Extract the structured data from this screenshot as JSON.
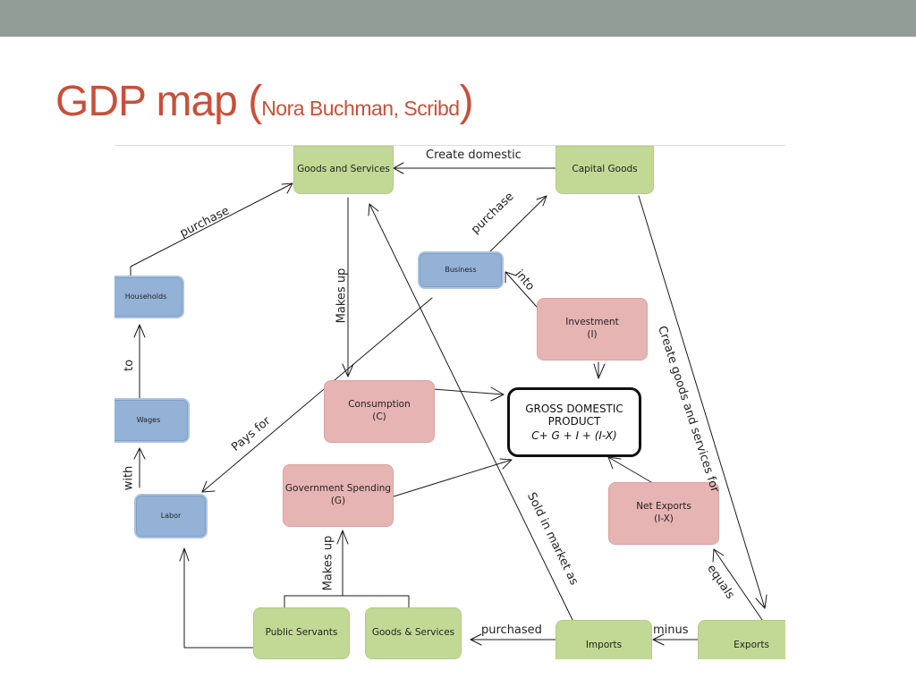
{
  "slide": {
    "title_main": "GDP map (",
    "title_source": "Nora Buchman, Scribd",
    "title_close": ")"
  },
  "nodes": {
    "goods_and_services": "Goods and Services",
    "capital_goods": "Capital Goods",
    "business": "Business",
    "households": "Households",
    "investment": "Investment",
    "investment_symbol": "(I)",
    "consumption": "Consumption",
    "consumption_symbol": "(C)",
    "wages": "Wages",
    "government_spending": "Government Spending",
    "government_spending_symbol": "(G)",
    "labor": "Labor",
    "net_exports": "Net Exports",
    "net_exports_symbol": "(I-X)",
    "public_servants": "Public Servants",
    "goods_services_amp": "Goods & Services",
    "imports": "Imports",
    "exports": "Exports",
    "gdp_title": "GROSS DOMESTIC PRODUCT",
    "gdp_formula": "C+ G + I + (I-X)"
  },
  "edge_labels": {
    "create_domestic": "Create domestic",
    "purchase_households": "purchase",
    "purchase_business": "purchase",
    "makes_up_top": "Makes up",
    "into": "into",
    "to": "to",
    "with": "with",
    "pays_for": "Pays for",
    "makes_up_bottom": "Makes up",
    "create_goods_services_for": "Create goods and services for",
    "sold_in_market_as": "Sold in market as",
    "equals": "equals",
    "purchased": "purchased",
    "minus": "minus"
  },
  "colors": {
    "title": "#c8503a",
    "top_bar": "#929d97",
    "green_node": "#c2d995",
    "blue_node": "#93b2d6",
    "pink_node": "#e6b4b3"
  }
}
